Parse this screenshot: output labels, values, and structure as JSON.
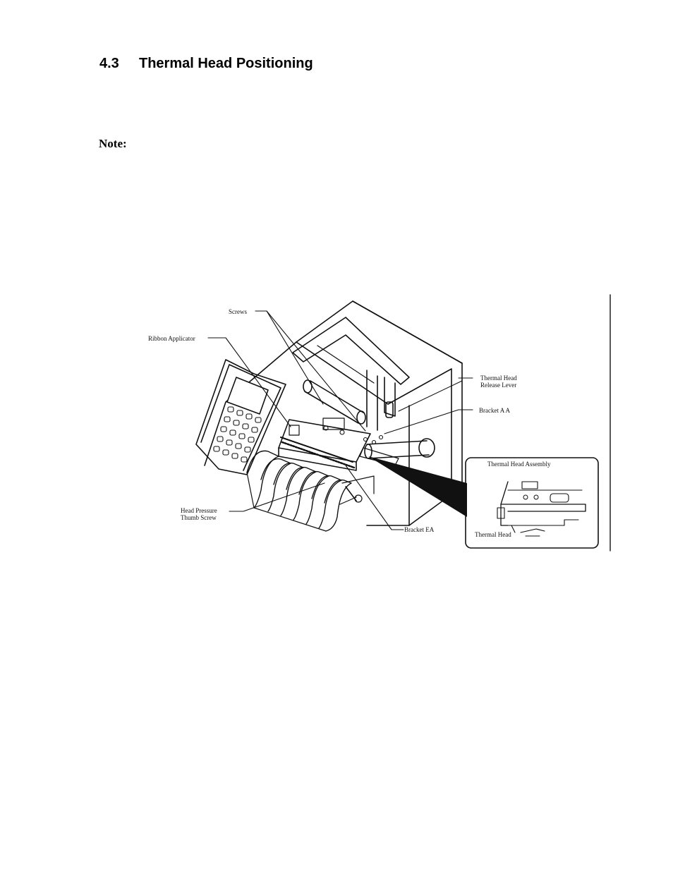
{
  "section": {
    "number": "4.3",
    "title": "Thermal Head Positioning"
  },
  "note": {
    "label": "Note:"
  },
  "figure": {
    "labels": {
      "screws": "Screws",
      "ribbon_applicator": "Ribbon Applicator",
      "release_lever_line1": "Thermal Head",
      "release_lever_line2": "Release Lever",
      "bracket_aa": "Bracket A A",
      "inset_title": "Thermal Head Assembly",
      "head_pressure_line1": "Head Pressure",
      "head_pressure_line2": "Thumb Screw",
      "bracket_ea": "Bracket EA",
      "thermal_head": "Thermal Head"
    }
  }
}
